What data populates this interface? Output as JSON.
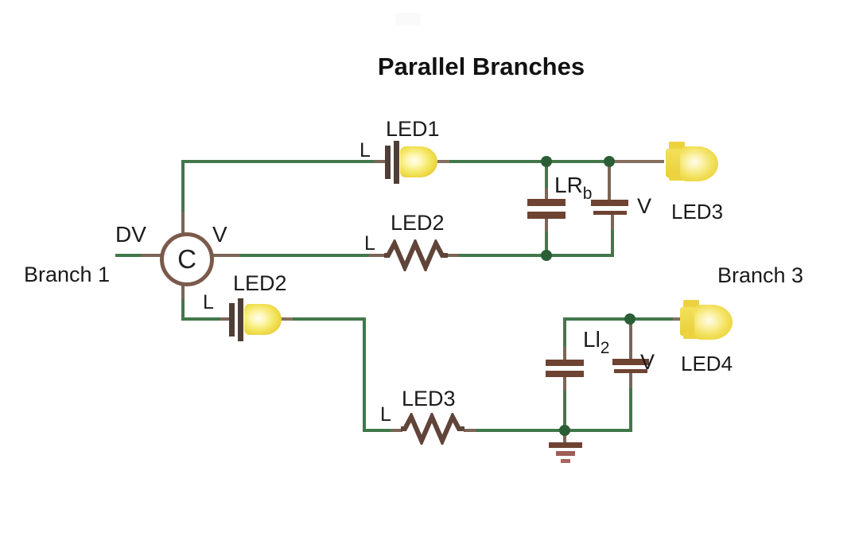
{
  "title": "Parallel Branches",
  "source": {
    "symbol": "C",
    "input_label": "DV",
    "output_label": "V",
    "branch_label": "Branch 1"
  },
  "branch3_label": "Branch 3",
  "top_branch": {
    "led1": {
      "name": "LED1",
      "terminal": "L"
    },
    "resistor": {
      "name": "LED2",
      "terminal": "L"
    },
    "cap_parallel": {
      "name_main": "LR",
      "name_sub": "b"
    },
    "cap_meter": {
      "label": "V"
    },
    "lamp": {
      "name": "LED3"
    }
  },
  "bottom_branch": {
    "led2": {
      "name": "LED2",
      "terminal": "L"
    },
    "resistor": {
      "name": "LED3",
      "terminal": "L"
    },
    "cap_parallel": {
      "name_main": "Ll",
      "name_sub": "2"
    },
    "cap_meter": {
      "label": "V"
    },
    "lamp": {
      "name": "LED4"
    }
  },
  "colors": {
    "wire_green": "#41784a",
    "junction_dot": "#2b5e35",
    "component_brown": "#614439",
    "capacitor_plate": "#6e4331",
    "lead_brown": "#7b6557",
    "led_yellow": "#f3e260",
    "ground_accent": "#9d5c55",
    "text": "#1b1b1b"
  }
}
